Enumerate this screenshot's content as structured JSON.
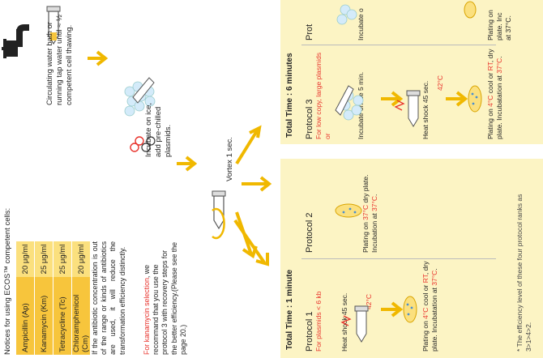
{
  "notice": {
    "title": "Notices for using ECOS™ competent cells:",
    "antibiotics": [
      {
        "name": "Ampicillin (Ap)",
        "conc": "20 μg/ml"
      },
      {
        "name": "Kanamycin (Km)",
        "conc": "25 μg/ml"
      },
      {
        "name": "Tetracycline (Tc)",
        "conc": "25 μg/ml"
      },
      {
        "name": "Chloramphenicol (Cm)",
        "conc": "20 μg/ml"
      }
    ],
    "para1": "If the antibiotic concentration is out of the range or kinds of antibiotics are used, it will reduce the transformation efficiency distinctly.",
    "para2_red": "For kanamycin selection",
    "para2_rest": ", we recommand that you use the protocol 3 with recovery steps for the better efficiency.(Please see the page 20.)"
  },
  "steps": {
    "thaw": "Circulating water bath or running tap water until ≈ ½ competent cell thawing.",
    "ice": "Incubate on ice, add pre-chilled plasmids.",
    "vortex": "Vortex 1 sec."
  },
  "panel1": {
    "total_label": "Total Time : ",
    "total_value": "1 minute",
    "protocol1": {
      "title": "Protocol 1",
      "subtitle": "For plasmids < 6 kb",
      "heat": "Heat shock 45 sec.",
      "temp": "42°C",
      "plate_pre": "Plating on ",
      "plate_hl1": "4°C",
      "plate_mid": " cool or ",
      "plate_hl2": "RT",
      "plate_mid2": ", dry plate. Incubatation at ",
      "plate_hl3": "37°C",
      "plate_end": "."
    },
    "protocol2": {
      "title": "Protocol 2",
      "plate_pre": "Plating on ",
      "plate_hl": "37°C",
      "plate_mid": " dry plate. Incubation at ",
      "plate_hl2": "37°C",
      "plate_end": "."
    },
    "footnote": "* The efficiency level of these four protocol ranks as 3>1>4>2."
  },
  "panel2": {
    "total_label": "Total Time : ",
    "total_value": "6 minutes",
    "protocol3": {
      "title": "Protocol 3",
      "subtitle": "For low copy, large plasmids or",
      "ice": "Incubate on ice 5 min.",
      "heat": "Heat shock 45 sec.",
      "temp": "42°C",
      "plate_pre": "Plating on ",
      "plate_hl1": "4°C",
      "plate_mid": " cool or ",
      "plate_hl2": "RT",
      "plate_mid2": ", dry plate. Incubatation at ",
      "plate_hl3": "37°C",
      "plate_end": "."
    },
    "protocol4": {
      "title": "Prot",
      "subtitle": "",
      "ice": "Incubate o",
      "plate": "Plating on",
      "plate2": "plate. Inc",
      "plate3": "at 37°C."
    }
  },
  "colors": {
    "accent": "#f0b800",
    "red": "#e8332c",
    "panel": "#fcf4c4",
    "yellowCell": "#fbe07e",
    "orangeCell": "#f7c53c"
  }
}
